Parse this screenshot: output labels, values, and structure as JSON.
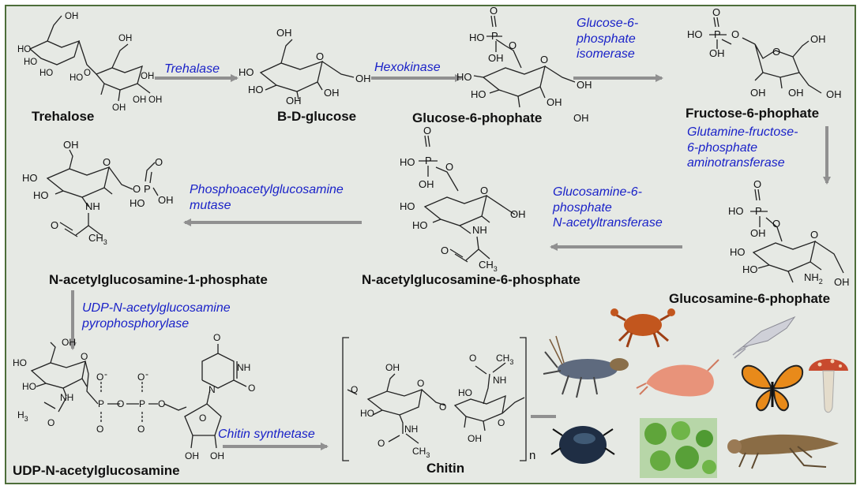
{
  "compounds": {
    "trehalose": "Trehalose",
    "glucose": "B-D-glucose",
    "g6p": "Glucose-6-phophate",
    "f6p": "Fructose-6-phophate",
    "gln6p": "Glucosamine-6-phophate",
    "glcnac6p": "N-acetylglucosamine-6-phosphate",
    "glcnac1p": "N-acetylglucosamine-1-phosphate",
    "udpglcnac": "UDP-N-acetylglucosamine",
    "chitin": "Chitin"
  },
  "enzymes": {
    "trehalase": "Trehalase",
    "hexokinase": "Hexokinase",
    "g6p_isomerase": "Glucose-6-\nphosphate\nisomerase",
    "gfat": "Glutamine-fructose-\n6-phosphate\naminotransferase",
    "gnat": "Glucosamine-6-\nphosphate\nN-acetyltransferase",
    "pagm": "Phosphoacetylglucosamine\nmutase",
    "uap": "UDP-N-acetylglucosamine\npyrophosphorylase",
    "chs": "Chitin synthetase"
  },
  "chem": {
    "oh": "OH",
    "ho": "HO",
    "o": "O",
    "p": "P",
    "nh": "NH",
    "nh2": "NH",
    "n": "N",
    "ch3": "CH",
    "h3c": "H",
    "sub2": "2",
    "sub3": "3",
    "minus": "-",
    "repeat_n": "n"
  },
  "colors": {
    "background": "#e6e9e4",
    "border": "#4e6e3a",
    "enzyme_text": "#1a22c8",
    "arrow": "#909090"
  },
  "organism_icons": [
    "crab-icon",
    "squid-icon",
    "lobster-icon",
    "shrimp-icon",
    "butterfly-icon",
    "mushroom-icon",
    "beetle-icon",
    "algae-icon",
    "grasshopper-icon"
  ]
}
